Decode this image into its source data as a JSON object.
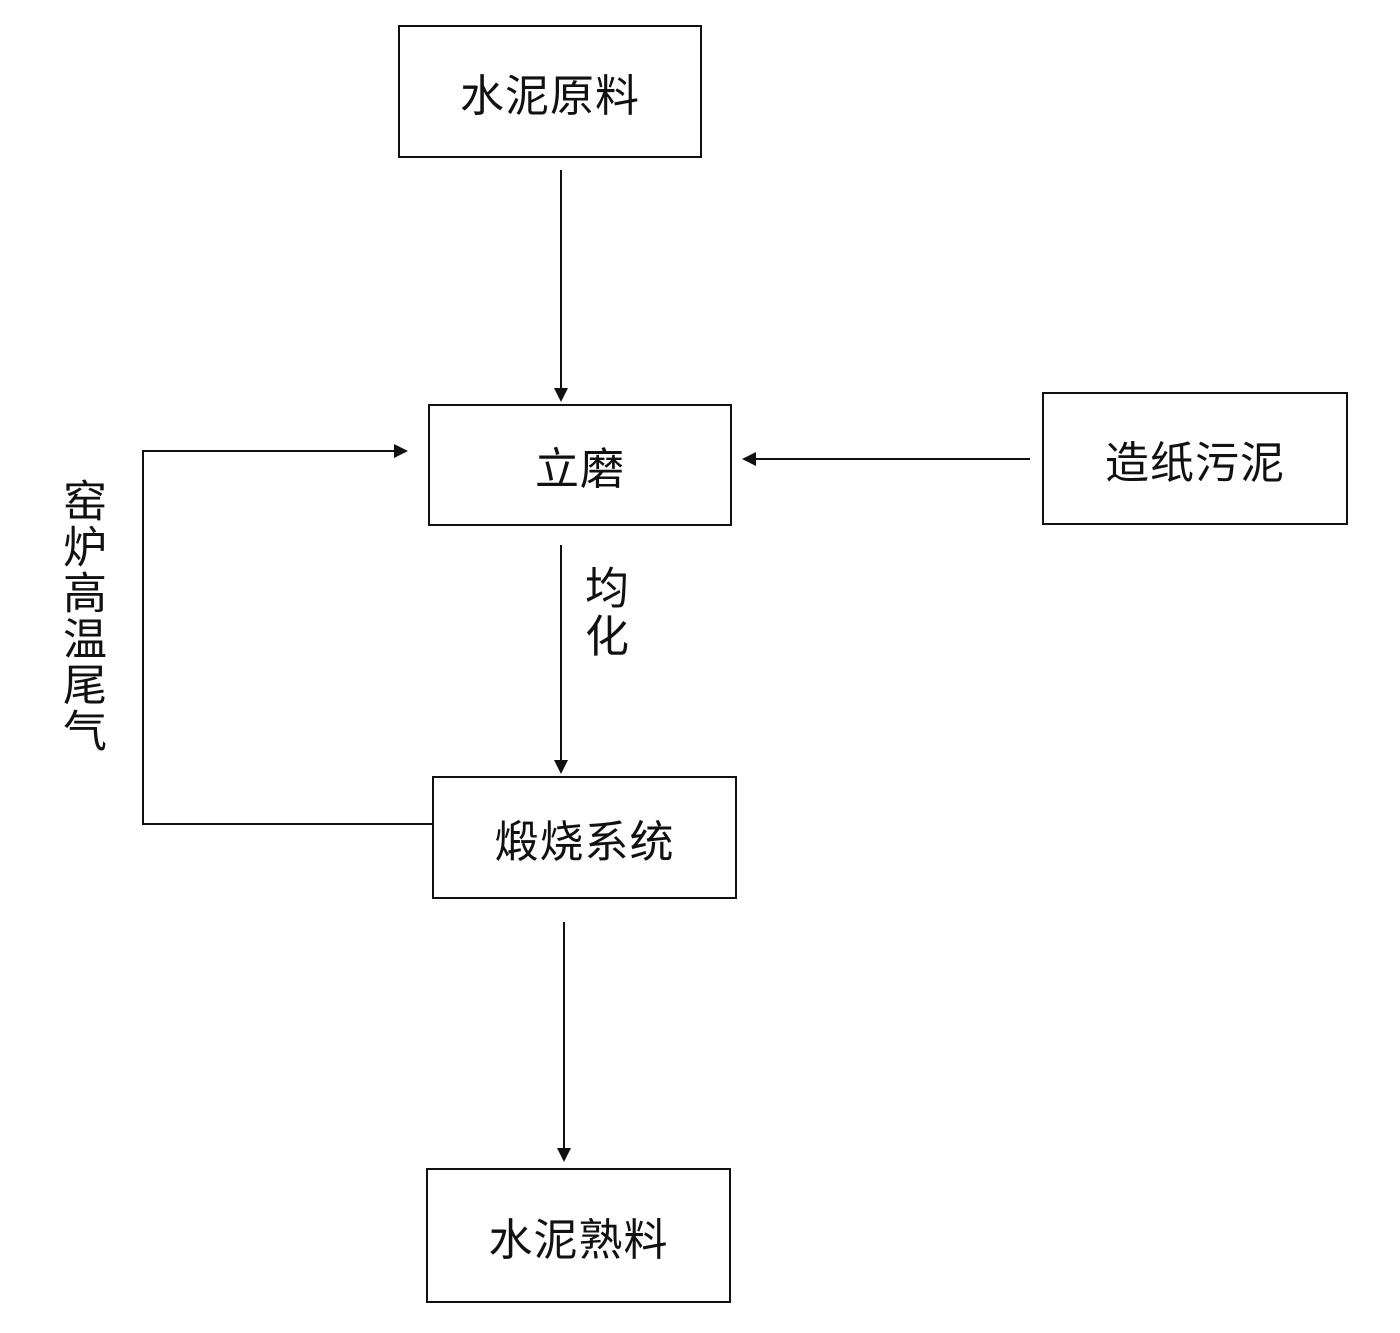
{
  "nodes": {
    "raw_material": "水泥原料",
    "vertical_mill": "立磨",
    "paper_sludge": "造纸污泥",
    "calcination_system": "煅烧系统",
    "cement_clinker": "水泥熟料"
  },
  "edge_labels": {
    "homogenize": "均化",
    "kiln_exhaust": "窑炉高温尾气"
  },
  "colors": {
    "line": "#111111",
    "background": "#ffffff"
  }
}
